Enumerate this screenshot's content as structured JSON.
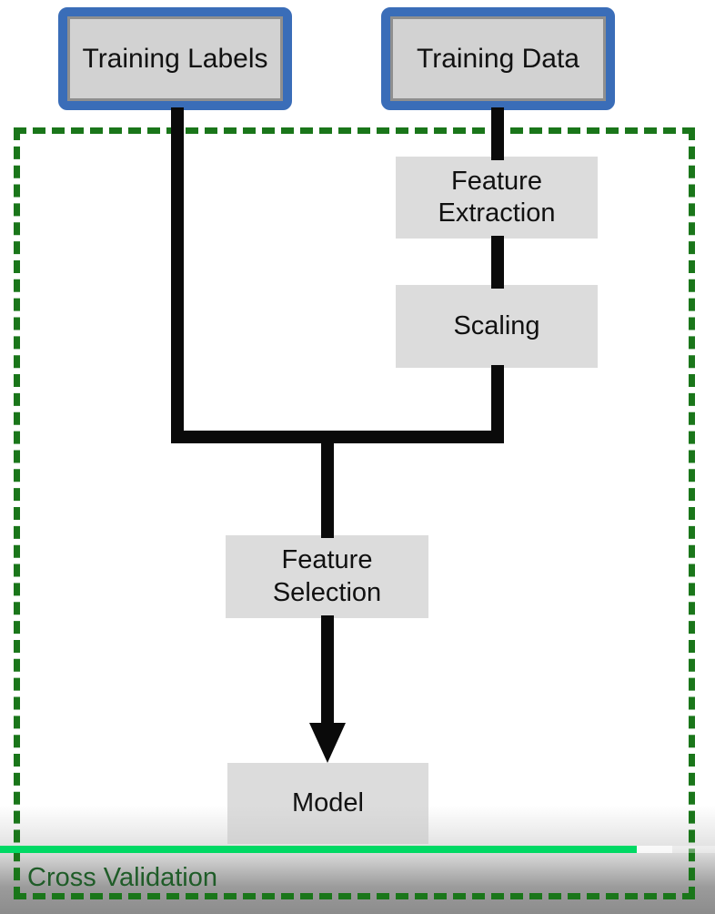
{
  "diagram": {
    "title_implicit": "Machine learning cross-validation pipeline flowchart",
    "nodes": [
      {
        "id": "training-labels",
        "label": "Training Labels",
        "kind": "input"
      },
      {
        "id": "training-data",
        "label": "Training Data",
        "kind": "input"
      },
      {
        "id": "feature-extraction",
        "label": "Feature Extraction",
        "kind": "process"
      },
      {
        "id": "scaling",
        "label": "Scaling",
        "kind": "process"
      },
      {
        "id": "feature-selection",
        "label": "Feature Selection",
        "kind": "process"
      },
      {
        "id": "model",
        "label": "Model",
        "kind": "process"
      }
    ],
    "edges": [
      {
        "from": "training-labels",
        "to": "feature-selection",
        "arrow": false
      },
      {
        "from": "training-data",
        "to": "feature-extraction",
        "arrow": false
      },
      {
        "from": "feature-extraction",
        "to": "scaling",
        "arrow": false
      },
      {
        "from": "scaling",
        "to": "feature-selection",
        "arrow": false
      },
      {
        "from": "feature-selection",
        "to": "model",
        "arrow": true
      }
    ],
    "container": {
      "label": "Cross Validation",
      "style": "green-dashed"
    }
  },
  "player": {
    "progress_percent": 89,
    "buffer_percent": 94
  },
  "colors": {
    "input_box_border": "#3a6db8",
    "input_box_fill": "#d2d2d2",
    "process_box_fill": "#dcdcdc",
    "connector": "#0a0a0a",
    "dashed_border": "#1a761a",
    "cross_validation_text": "#1f5c28",
    "progress_played": "#00d964",
    "gradient_bottom": "#8c8c8c"
  }
}
